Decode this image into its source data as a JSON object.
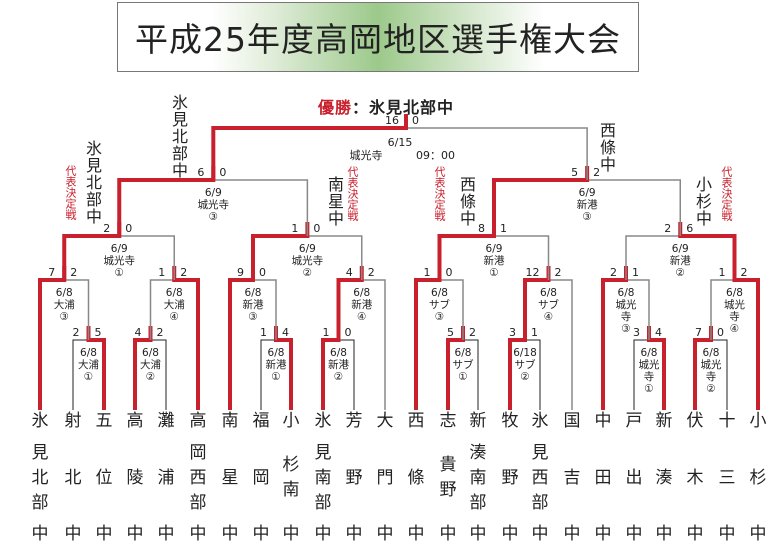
{
  "title": "平成25年度高岡地区選手権大会",
  "champion": {
    "label": "優勝",
    "separator": "：",
    "team": "氷見北部中"
  },
  "colors": {
    "winner_line": "#c8202c",
    "loser_line": "#888888",
    "thin_line": "#222222",
    "accent": "#c8202c"
  },
  "representative_label": "代表決定戦",
  "teams": [
    {
      "name": [
        "氷",
        "見",
        "北",
        "部"
      ],
      "suffix": "中"
    },
    {
      "name": [
        "射",
        "北"
      ],
      "suffix": "中"
    },
    {
      "name": [
        "五",
        "位"
      ],
      "suffix": "中"
    },
    {
      "name": [
        "高",
        "陵"
      ],
      "suffix": "中"
    },
    {
      "name": [
        "灘",
        "浦"
      ],
      "suffix": "中"
    },
    {
      "name": [
        "高",
        "岡",
        "西",
        "部"
      ],
      "suffix": "中"
    },
    {
      "name": [
        "南",
        "星"
      ],
      "suffix": "中"
    },
    {
      "name": [
        "福",
        "岡"
      ],
      "suffix": "中"
    },
    {
      "name": [
        "小",
        "杉",
        "南"
      ],
      "suffix": "中"
    },
    {
      "name": [
        "氷",
        "見",
        "南",
        "部"
      ],
      "suffix": "中"
    },
    {
      "name": [
        "芳",
        "野"
      ],
      "suffix": "中"
    },
    {
      "name": [
        "大",
        "門"
      ],
      "suffix": "中"
    },
    {
      "name": [
        "西",
        "條"
      ],
      "suffix": "中"
    },
    {
      "name": [
        "志",
        "貴",
        "野"
      ],
      "suffix": "中"
    },
    {
      "name": [
        "新",
        "湊",
        "南",
        "部"
      ],
      "suffix": "中"
    },
    {
      "name": [
        "牧",
        "野"
      ],
      "suffix": "中"
    },
    {
      "name": [
        "氷",
        "見",
        "西",
        "部"
      ],
      "suffix": "中"
    },
    {
      "name": [
        "国",
        "吉"
      ],
      "suffix": "中"
    },
    {
      "name": [
        "中",
        "田"
      ],
      "suffix": "中"
    },
    {
      "name": [
        "戸",
        "出"
      ],
      "suffix": "中"
    },
    {
      "name": [
        "新",
        "湊"
      ],
      "suffix": "中"
    },
    {
      "name": [
        "伏",
        "木"
      ],
      "suffix": "中"
    },
    {
      "name": [
        "十",
        "三"
      ],
      "suffix": "中"
    },
    {
      "name": [
        "小",
        "杉"
      ],
      "suffix": "中"
    }
  ],
  "games": {
    "r1": [
      {
        "id": "A1",
        "date": "6/8",
        "venue": "大浦",
        "num": "①",
        "scores": [
          "2",
          "5"
        ],
        "winner": "right"
      },
      {
        "id": "A2",
        "date": "6/8",
        "venue": "大浦",
        "num": "②",
        "scores": [
          "4",
          "2"
        ],
        "winner": "left"
      },
      {
        "id": "B1",
        "date": "6/8",
        "venue": "新港",
        "num": "①",
        "scores": [
          "1",
          "4"
        ],
        "winner": "right"
      },
      {
        "id": "B2",
        "date": "6/8",
        "venue": "新港",
        "num": "②",
        "scores": [
          "1",
          "0"
        ],
        "winner": "left"
      },
      {
        "id": "C1",
        "date": "6/8",
        "venue": "サブ",
        "num": "①",
        "scores": [
          "5",
          "2"
        ],
        "winner": "left"
      },
      {
        "id": "C2",
        "date": "6/18",
        "venue": "サブ",
        "num": "②",
        "scores": [
          "3",
          "1"
        ],
        "winner": "left"
      },
      {
        "id": "D1",
        "date": "6/8",
        "venue": "城光寺",
        "num": "①",
        "scores": [
          "3",
          "4"
        ],
        "winner": "right"
      },
      {
        "id": "D2",
        "date": "6/8",
        "venue": "城光寺",
        "num": "②",
        "scores": [
          "7",
          "0"
        ],
        "winner": "left"
      }
    ],
    "r2": [
      {
        "id": "A3",
        "date": "6/8",
        "venue": "大浦",
        "num": "③",
        "scores": [
          "7",
          "2"
        ],
        "winner": "left"
      },
      {
        "id": "A4",
        "date": "6/8",
        "venue": "大浦",
        "num": "④",
        "scores": [
          "1",
          "2"
        ],
        "winner": "right"
      },
      {
        "id": "B3",
        "date": "6/8",
        "venue": "新港",
        "num": "③",
        "scores": [
          "9",
          "0"
        ],
        "winner": "left"
      },
      {
        "id": "B4",
        "date": "6/8",
        "venue": "新港",
        "num": "④",
        "scores": [
          "4",
          "2"
        ],
        "winner": "left"
      },
      {
        "id": "C3",
        "date": "6/8",
        "venue": "サブ",
        "num": "③",
        "scores": [
          "1",
          "0"
        ],
        "winner": "left"
      },
      {
        "id": "C4",
        "date": "6/8",
        "venue": "サブ",
        "num": "④",
        "scores": [
          "12",
          "2"
        ],
        "winner": "left"
      },
      {
        "id": "D3",
        "date": "6/8",
        "venue": "城光寺",
        "num": "③",
        "scores": [
          "2",
          "1"
        ],
        "winner": "left"
      },
      {
        "id": "D4",
        "date": "6/8",
        "venue": "城光寺",
        "num": "④",
        "scores": [
          "1",
          "2"
        ],
        "winner": "right"
      }
    ],
    "r3": [
      {
        "id": "E1",
        "date": "6/9",
        "venue": "城光寺",
        "num": "①",
        "scores": [
          "2",
          "0"
        ],
        "winner": "left",
        "winner_name": [
          "氷",
          "見",
          "北",
          "部",
          "中"
        ]
      },
      {
        "id": "E2",
        "date": "6/9",
        "venue": "城光寺",
        "num": "②",
        "scores": [
          "1",
          "0"
        ],
        "winner": "left",
        "winner_name": [
          "南",
          "星",
          "中"
        ]
      },
      {
        "id": "F1",
        "date": "6/9",
        "venue": "新港",
        "num": "①",
        "scores": [
          "8",
          "1"
        ],
        "winner": "left",
        "winner_name": [
          "西",
          "條",
          "中"
        ]
      },
      {
        "id": "F2",
        "date": "6/9",
        "venue": "新港",
        "num": "②",
        "scores": [
          "2",
          "6"
        ],
        "winner": "right",
        "winner_name": [
          "小",
          "杉",
          "中"
        ]
      }
    ],
    "r4": [
      {
        "id": "E3",
        "date": "6/9",
        "venue": "城光寺",
        "num": "③",
        "scores": [
          "6",
          "0"
        ],
        "winner": "left",
        "winner_name": [
          "氷",
          "見",
          "北",
          "部",
          "中"
        ]
      },
      {
        "id": "F3",
        "date": "6/9",
        "venue": "新港",
        "num": "③",
        "scores": [
          "5",
          "2"
        ],
        "winner": "left",
        "winner_name": [
          "西",
          "條",
          "中"
        ]
      }
    ],
    "final": {
      "date": "6/15",
      "venue": "城光寺",
      "time": "09：00",
      "scores": [
        "16",
        "0"
      ],
      "winner": "left"
    }
  }
}
